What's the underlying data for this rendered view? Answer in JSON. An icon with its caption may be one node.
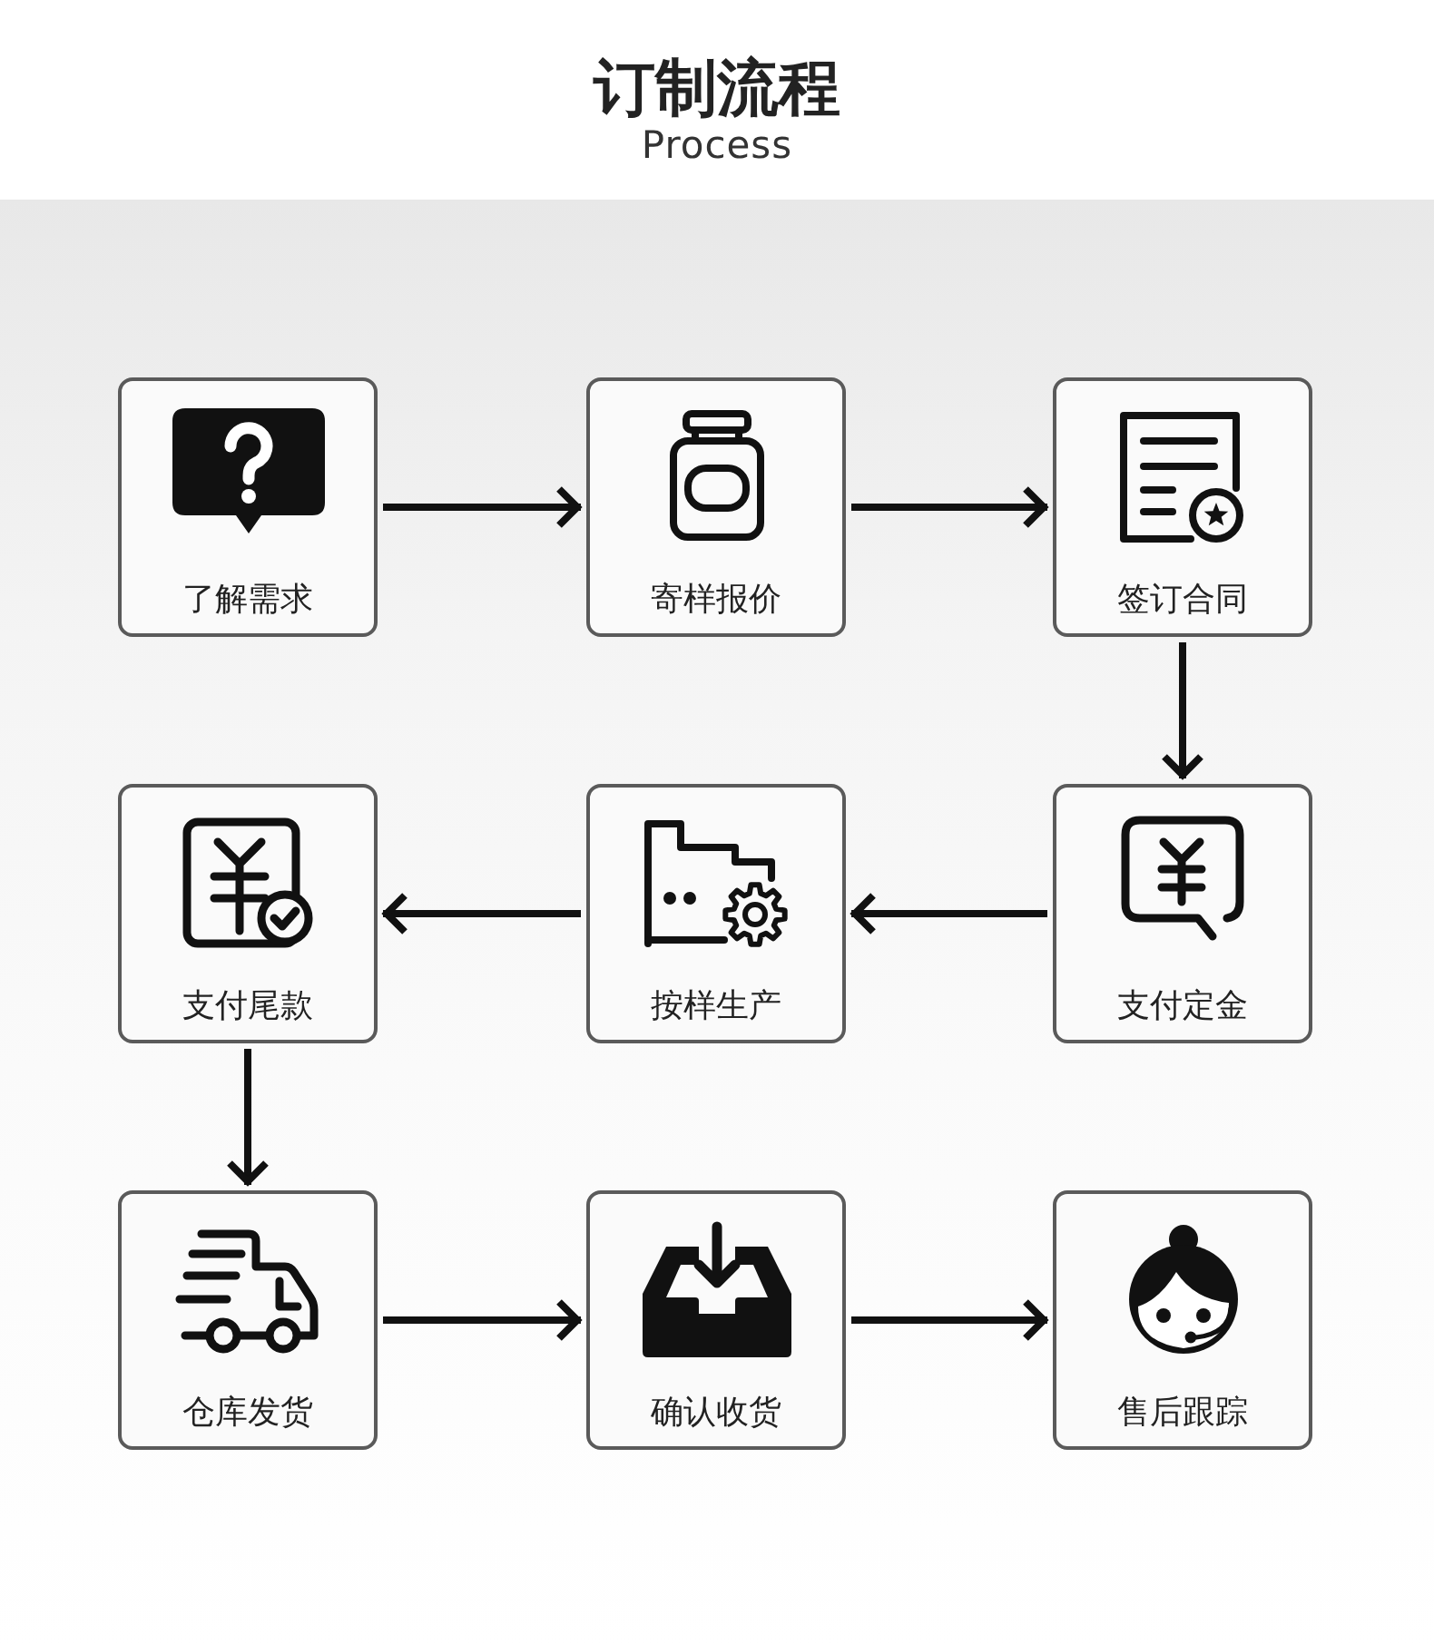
{
  "diagram": {
    "title": "订制流程",
    "nodes": [
      {
        "text": [
          "了解需求"
        ]
      },
      {
        "text": [
          "寄样报价"
        ]
      },
      {
        "text": [
          "签订合同"
        ]
      },
      {
        "text": [
          "支付尾款"
        ]
      },
      {
        "text": [
          "按样生产"
        ]
      },
      {
        "text": [
          "支付定金"
        ]
      },
      {
        "text": [
          "仓库发货"
        ]
      },
      {
        "text": [
          "确认收货"
        ]
      },
      {
        "text": [
          "售后跟踪"
        ]
      }
    ],
    "edges": [
      {
        "from": 0,
        "to": 1,
        "arrow": "to"
      },
      {
        "from": 1,
        "to": 2,
        "arrow": "to"
      },
      {
        "from": 2,
        "to": 5,
        "arrow": "to"
      },
      {
        "from": 5,
        "to": 4,
        "arrow": "to"
      },
      {
        "from": 4,
        "to": 3,
        "arrow": "to"
      },
      {
        "from": 3,
        "to": 6,
        "arrow": "to"
      },
      {
        "from": 6,
        "to": 7,
        "arrow": "to"
      },
      {
        "from": 7,
        "to": 8,
        "arrow": "to"
      }
    ],
    "labels": [
      "Process"
    ]
  }
}
